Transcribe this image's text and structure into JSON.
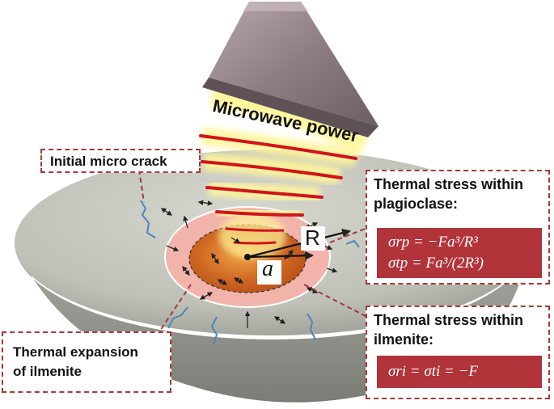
{
  "labels": {
    "microwave": "Microwave power",
    "initial_crack": "Initial micro crack",
    "plag_title_line1": "Thermal stress within",
    "plag_title_line2": "plagioclase:",
    "ilm_title_line1": "Thermal stress within",
    "ilm_title_line2": "ilmenite:",
    "expansion_line1": "Thermal expansion",
    "expansion_line2": "of ilmenite",
    "radius_R": "R",
    "radius_a": "a"
  },
  "equations": {
    "plag_radial": "σrp = −Fa³/R³",
    "plag_tangential": "σtp = Fa³/(2R³)",
    "ilmenite": "σri = σti = −F"
  },
  "colors": {
    "hemisphere": "#c9cbc2",
    "hemisphere_shadow": "#8f918a",
    "pink_zone": "#f2b3aa",
    "ilmenite": "#c7581f",
    "wave": "#d0141c",
    "glow": "#fff59a",
    "equation_box": "#b1343a",
    "dashed_border": "#a33a3a",
    "horn": "#8f7f84",
    "crack": "#4f86b8"
  }
}
